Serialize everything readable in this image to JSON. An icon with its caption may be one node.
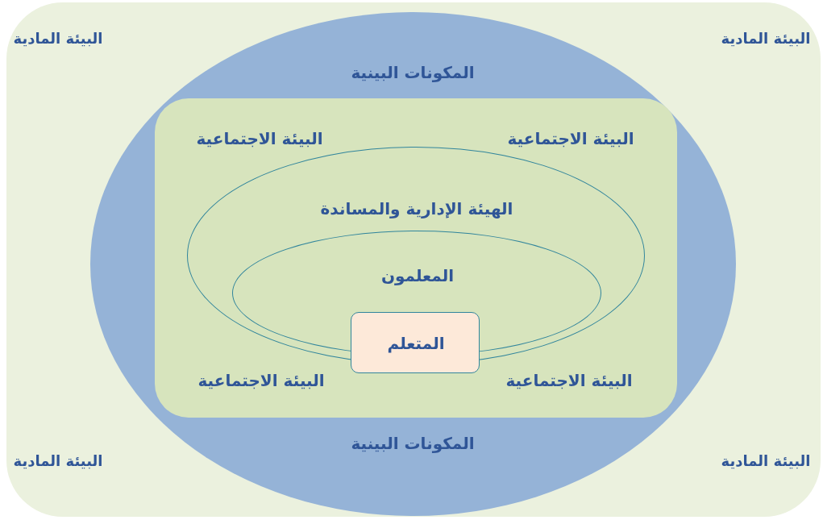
{
  "diagram": {
    "nodes": [
      {
        "text": [
          "البيئة المادية",
          "البيئة المادية",
          "البيئة المادية",
          "البيئة المادية"
        ]
      },
      {
        "text": [
          "المكونات البينية",
          "المكونات البينية"
        ],
        "in": 0
      },
      {
        "text": [
          "البيئة الاجتماعية",
          "البيئة الاجتماعية",
          "البيئة الاجتماعية",
          "البيئة الاجتماعية"
        ],
        "in": 1
      },
      {
        "text": [
          "الهيئة الإدارية والمساندة"
        ],
        "in": 2
      },
      {
        "text": [
          "المعلمون"
        ],
        "in": 3
      },
      {
        "text": [
          "المتعلم"
        ],
        "in": 2
      }
    ]
  }
}
